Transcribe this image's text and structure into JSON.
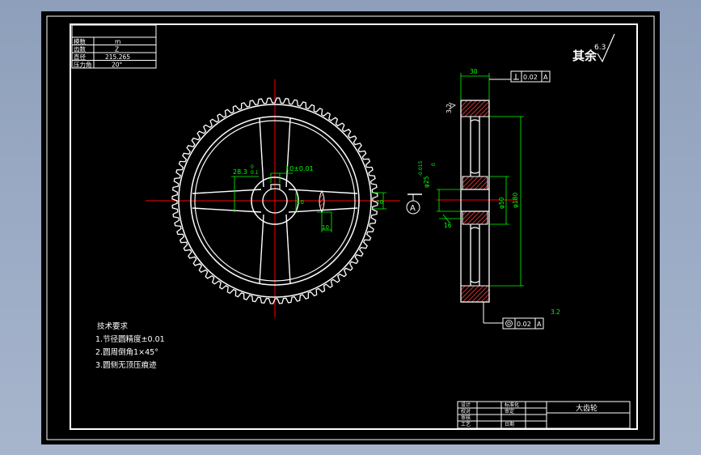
{
  "param_table": {
    "labels": [
      "模数",
      "齿数",
      "直径",
      "压力角"
    ],
    "values": [
      "m",
      "Z",
      "215.265",
      "20°"
    ]
  },
  "roughness_note": {
    "prefix": "其余",
    "value": "6.3"
  },
  "tech_requirements": {
    "title": "技术要求",
    "items": [
      "1.节径圆精度±0.01",
      "2.圆周倒角1×45°",
      "3.圆侧无顶压痕迹"
    ]
  },
  "front_view_dims": {
    "keyway_depth": "28.3",
    "keyway_depth_tol_upper": "0",
    "keyway_depth_tol_lower": "0.1",
    "keyway_width": "10±0.01",
    "spoke_width": "10",
    "rib": "10",
    "rim": "20"
  },
  "side_view_dims": {
    "width": "30",
    "roughness_top": "3.2",
    "bore": "φ25",
    "bore_tol_upper": "-0.015",
    "bore_tol_lower": "0",
    "hub": "φ50",
    "rim": "φ180",
    "face_width": "16",
    "roughness_bottom": "3.2"
  },
  "datum": {
    "label": "A"
  },
  "tolerance_top": {
    "value": "0.02",
    "datum": "A"
  },
  "tolerance_bottom": {
    "value": "0.02",
    "datum": "A"
  },
  "title_block": {
    "row_labels": [
      "设计",
      "校对",
      "审核",
      "工艺"
    ],
    "col_labels": [
      "标准化",
      "审定",
      "日期"
    ],
    "part_name": "大齿轮"
  },
  "colors": {
    "background": "#000000",
    "outline": "#ffffff",
    "dimension": "#00ff00",
    "centerline": "#ff0000",
    "hatch": "#ff4040",
    "desktop": "#9aaac4"
  }
}
